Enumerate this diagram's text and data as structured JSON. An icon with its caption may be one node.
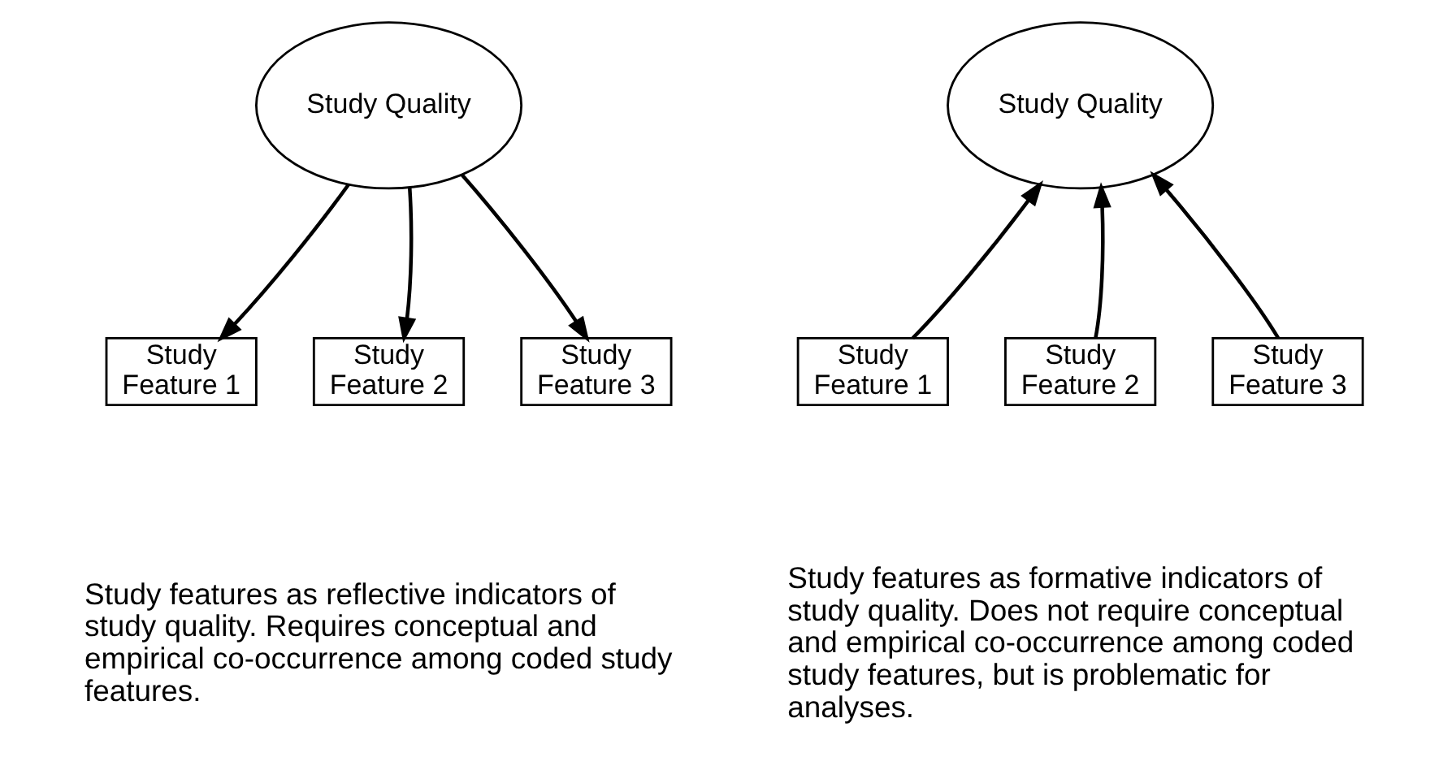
{
  "diagram": {
    "nodes": [
      {
        "text": [
          "Study Quality"
        ]
      },
      {
        "text": [
          "Study Feature 1"
        ]
      },
      {
        "text": [
          "Study Feature 2"
        ]
      },
      {
        "text": [
          "Study Feature 3"
        ]
      },
      {
        "text": [
          "Study Quality"
        ]
      },
      {
        "text": [
          "Study Feature 1"
        ]
      },
      {
        "text": [
          "Study Feature 2"
        ]
      },
      {
        "text": [
          "Study Feature 3"
        ]
      }
    ],
    "edges": [
      {
        "from": 0,
        "to": 1,
        "arrow": "to"
      },
      {
        "from": 0,
        "to": 2,
        "arrow": "to"
      },
      {
        "from": 0,
        "to": 3,
        "arrow": "to"
      },
      {
        "from": 5,
        "to": 4,
        "arrow": "to"
      },
      {
        "from": 6,
        "to": 4,
        "arrow": "to"
      },
      {
        "from": 7,
        "to": 4,
        "arrow": "to"
      }
    ],
    "labels": [
      "Study features as reflective indicators of study quality. Requires conceptual and empirical co-occurrence among coded study features.",
      "Study features as formative indicators of study quality. Does not require conceptual and empirical co-occurrence among coded study features, but is problematic for analyses."
    ]
  }
}
